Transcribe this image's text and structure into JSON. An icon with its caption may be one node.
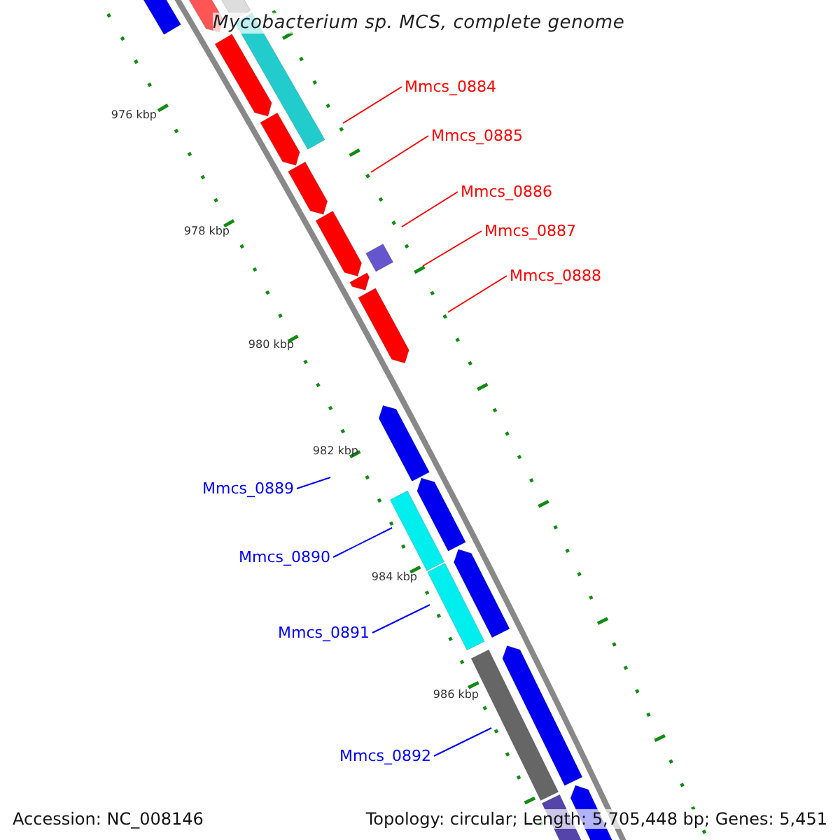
{
  "diagram": {
    "title": "Mycobacterium sp. MCS, complete genome",
    "nodes": [
      {
        "text": [
          "Mmcs_0884"
        ]
      },
      {
        "text": [
          "Mmcs_0885"
        ]
      },
      {
        "text": [
          "Mmcs_0886"
        ]
      },
      {
        "text": [
          "Mmcs_0887"
        ]
      },
      {
        "text": [
          "Mmcs_0888"
        ]
      },
      {
        "text": [
          "Mmcs_0889"
        ]
      },
      {
        "text": [
          "Mmcs_0890"
        ]
      },
      {
        "text": [
          "Mmcs_0891"
        ]
      },
      {
        "text": [
          "Mmcs_0892"
        ]
      }
    ],
    "edges": [
      {
        "from": 0,
        "to": null,
        "arrow": "none",
        "color": "#ff0000"
      },
      {
        "from": 1,
        "to": null,
        "arrow": "none",
        "color": "#ff0000"
      },
      {
        "from": 2,
        "to": null,
        "arrow": "none",
        "color": "#ff0000"
      },
      {
        "from": 3,
        "to": null,
        "arrow": "none",
        "color": "#ff0000"
      },
      {
        "from": 4,
        "to": null,
        "arrow": "none",
        "color": "#ff0000"
      },
      {
        "from": 5,
        "to": null,
        "arrow": "none",
        "color": "#0000ff"
      },
      {
        "from": 6,
        "to": null,
        "arrow": "none",
        "color": "#0000ff"
      },
      {
        "from": 7,
        "to": null,
        "arrow": "none",
        "color": "#0000ff"
      },
      {
        "from": 8,
        "to": null,
        "arrow": "none",
        "color": "#0000ff"
      }
    ],
    "labels": [
      "976 kbp",
      "978 kbp",
      "980 kbp",
      "982 kbp",
      "984 kbp",
      "986 kbp",
      "Accession: NC_008146",
      "Topology: circular; Length: 5,705,448 bp; Genes: 5,451"
    ]
  }
}
